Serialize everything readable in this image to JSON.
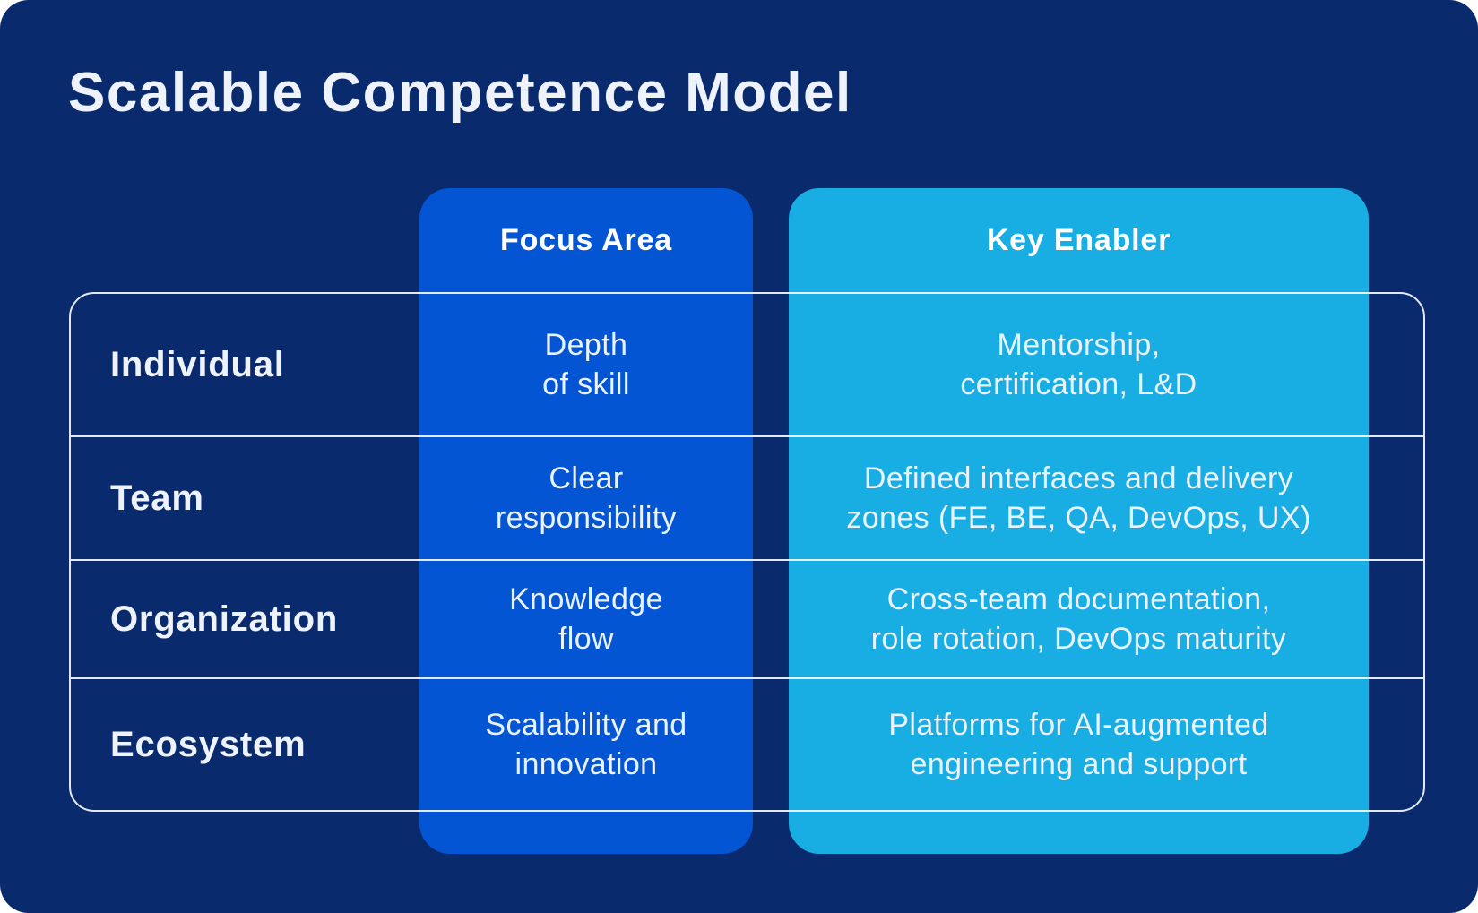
{
  "title": "Scalable Competence Model",
  "colors": {
    "background": "#0a2a6e",
    "focus_column": "#0455d4",
    "enabler_column": "#18ade3",
    "line": "rgba(245,249,255,0.92)",
    "text_bright": "#eef3fb",
    "text_soft": "#eaf2fc"
  },
  "table": {
    "columns": [
      {
        "label": "Focus Area"
      },
      {
        "label": "Key Enabler"
      }
    ],
    "rows": [
      {
        "level": "Individual",
        "focus": "Depth\nof skill",
        "enabler": "Mentorship,\ncertification, L&D"
      },
      {
        "level": "Team",
        "focus": "Clear\nresponsibility",
        "enabler": "Defined interfaces and delivery\nzones (FE, BE, QA, DevOps, UX)"
      },
      {
        "level": "Organization",
        "focus": "Knowledge\nflow",
        "enabler": "Cross-team documentation,\nrole rotation, DevOps maturity"
      },
      {
        "level": "Ecosystem",
        "focus": "Scalability and\ninnovation",
        "enabler": "Platforms for AI-augmented\nengineering and support"
      }
    ]
  }
}
